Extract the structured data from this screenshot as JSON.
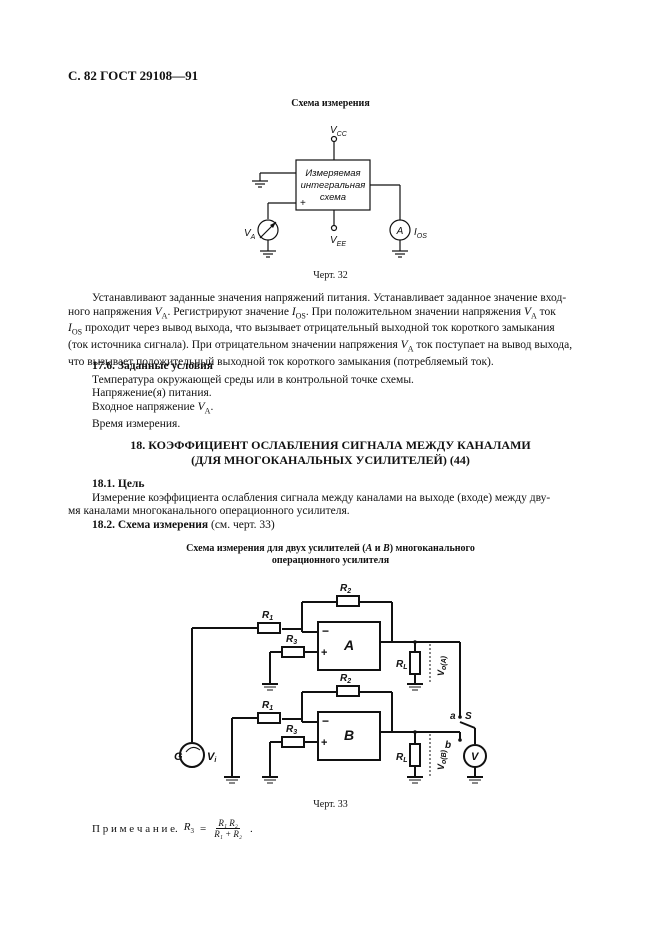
{
  "header": {
    "page_ref": "С. 82 ГОСТ 29108—91"
  },
  "figure32": {
    "title": "Схема измерения",
    "vcc": "V",
    "vcc_sub": "CC",
    "vee": "V",
    "vee_sub": "EE",
    "plus": "+",
    "block_line1": "Измеряемая",
    "block_line2": "интегральная",
    "block_line3": "схема",
    "va": "V",
    "va_sub": "A",
    "ammeter": "A",
    "ios": "I",
    "ios_sub": "OS",
    "caption": "Черт. 32"
  },
  "text1": {
    "p1_l1": "Устанавливают заданные значения напряжений питания. Устанавливает заданное значение вход-",
    "p1_l2a": "ного напряжения",
    "p1_l2b": ". Регистрируют значение",
    "p1_l2c": ". При положительном значении напряжения",
    "p1_l2d": "ток",
    "p1_l3": "проходит через вывод выхода, что вызывает отрицательный выходной ток короткого замыкания",
    "p1_l4a": "(ток источника сигнала). При отрицательном значении напряжения",
    "p1_l4b": "ток поступает на вывод выхода,",
    "p1_l5": "что вызывает положительный выходной ток короткого замыкания (потребляемый ток).",
    "v": "V",
    "a": "A",
    "i": "I",
    "os": "OS"
  },
  "s176": {
    "heading": "17.6. Заданные условия",
    "l1": "Температура окружающей среды или в контрольной точке схемы.",
    "l2": "Напряжение(я)  питания.",
    "l3a": "Входное напряжение",
    "l3b": ".",
    "l4": "Время измерения."
  },
  "s18": {
    "title_l1": "18. КОЭФФИЦИЕНТ ОСЛАБЛЕНИЯ СИГНАЛА МЕЖДУ КАНАЛАМИ",
    "title_l2": "(ДЛЯ МНОГОКАНАЛЬНЫХ УСИЛИТЕЛЕЙ) (44)",
    "s181_head": "18.1. Цель",
    "s181_l1": "Измерение коэффициента ослабления сигнала между каналами на выходе (входе) между дву-",
    "s181_l2": "мя каналами многоканального операционного усилителя.",
    "s182_head": "18.2. Схема измерения",
    "s182_tail": "(см. черт. 33)"
  },
  "figure33": {
    "title_l1a": "Схема измерения для двух усилителей (",
    "title_l1b": "A",
    "title_l1c": " и ",
    "title_l1d": "B",
    "title_l1e": ") многоканального",
    "title_l2": "операционного усилителя",
    "r1": "R",
    "r1_sub": "1",
    "r2": "R",
    "r2_sub": "2",
    "r3": "R",
    "r3_sub": "3",
    "rl": "R",
    "rl_sub": "L",
    "amp_a": "A",
    "amp_b": "B",
    "minus": "−",
    "plus": "+",
    "vo_a": "V",
    "vo_a_sub": "o(A)",
    "vo_b": "V",
    "vo_b_sub": "o(B)",
    "vi": "V",
    "vi_sub": "i",
    "g": "G",
    "sw_a": "a",
    "sw_s": "S",
    "sw_b": "b",
    "meter": "V",
    "caption": "Черт. 33"
  },
  "note": {
    "label": "П р и м е ч а н и е.",
    "r3": "R",
    "r3_sub": "3",
    "eq": "=",
    "num": "R₁ R₂",
    "den": "R₁ + R₂",
    "dot": "."
  }
}
